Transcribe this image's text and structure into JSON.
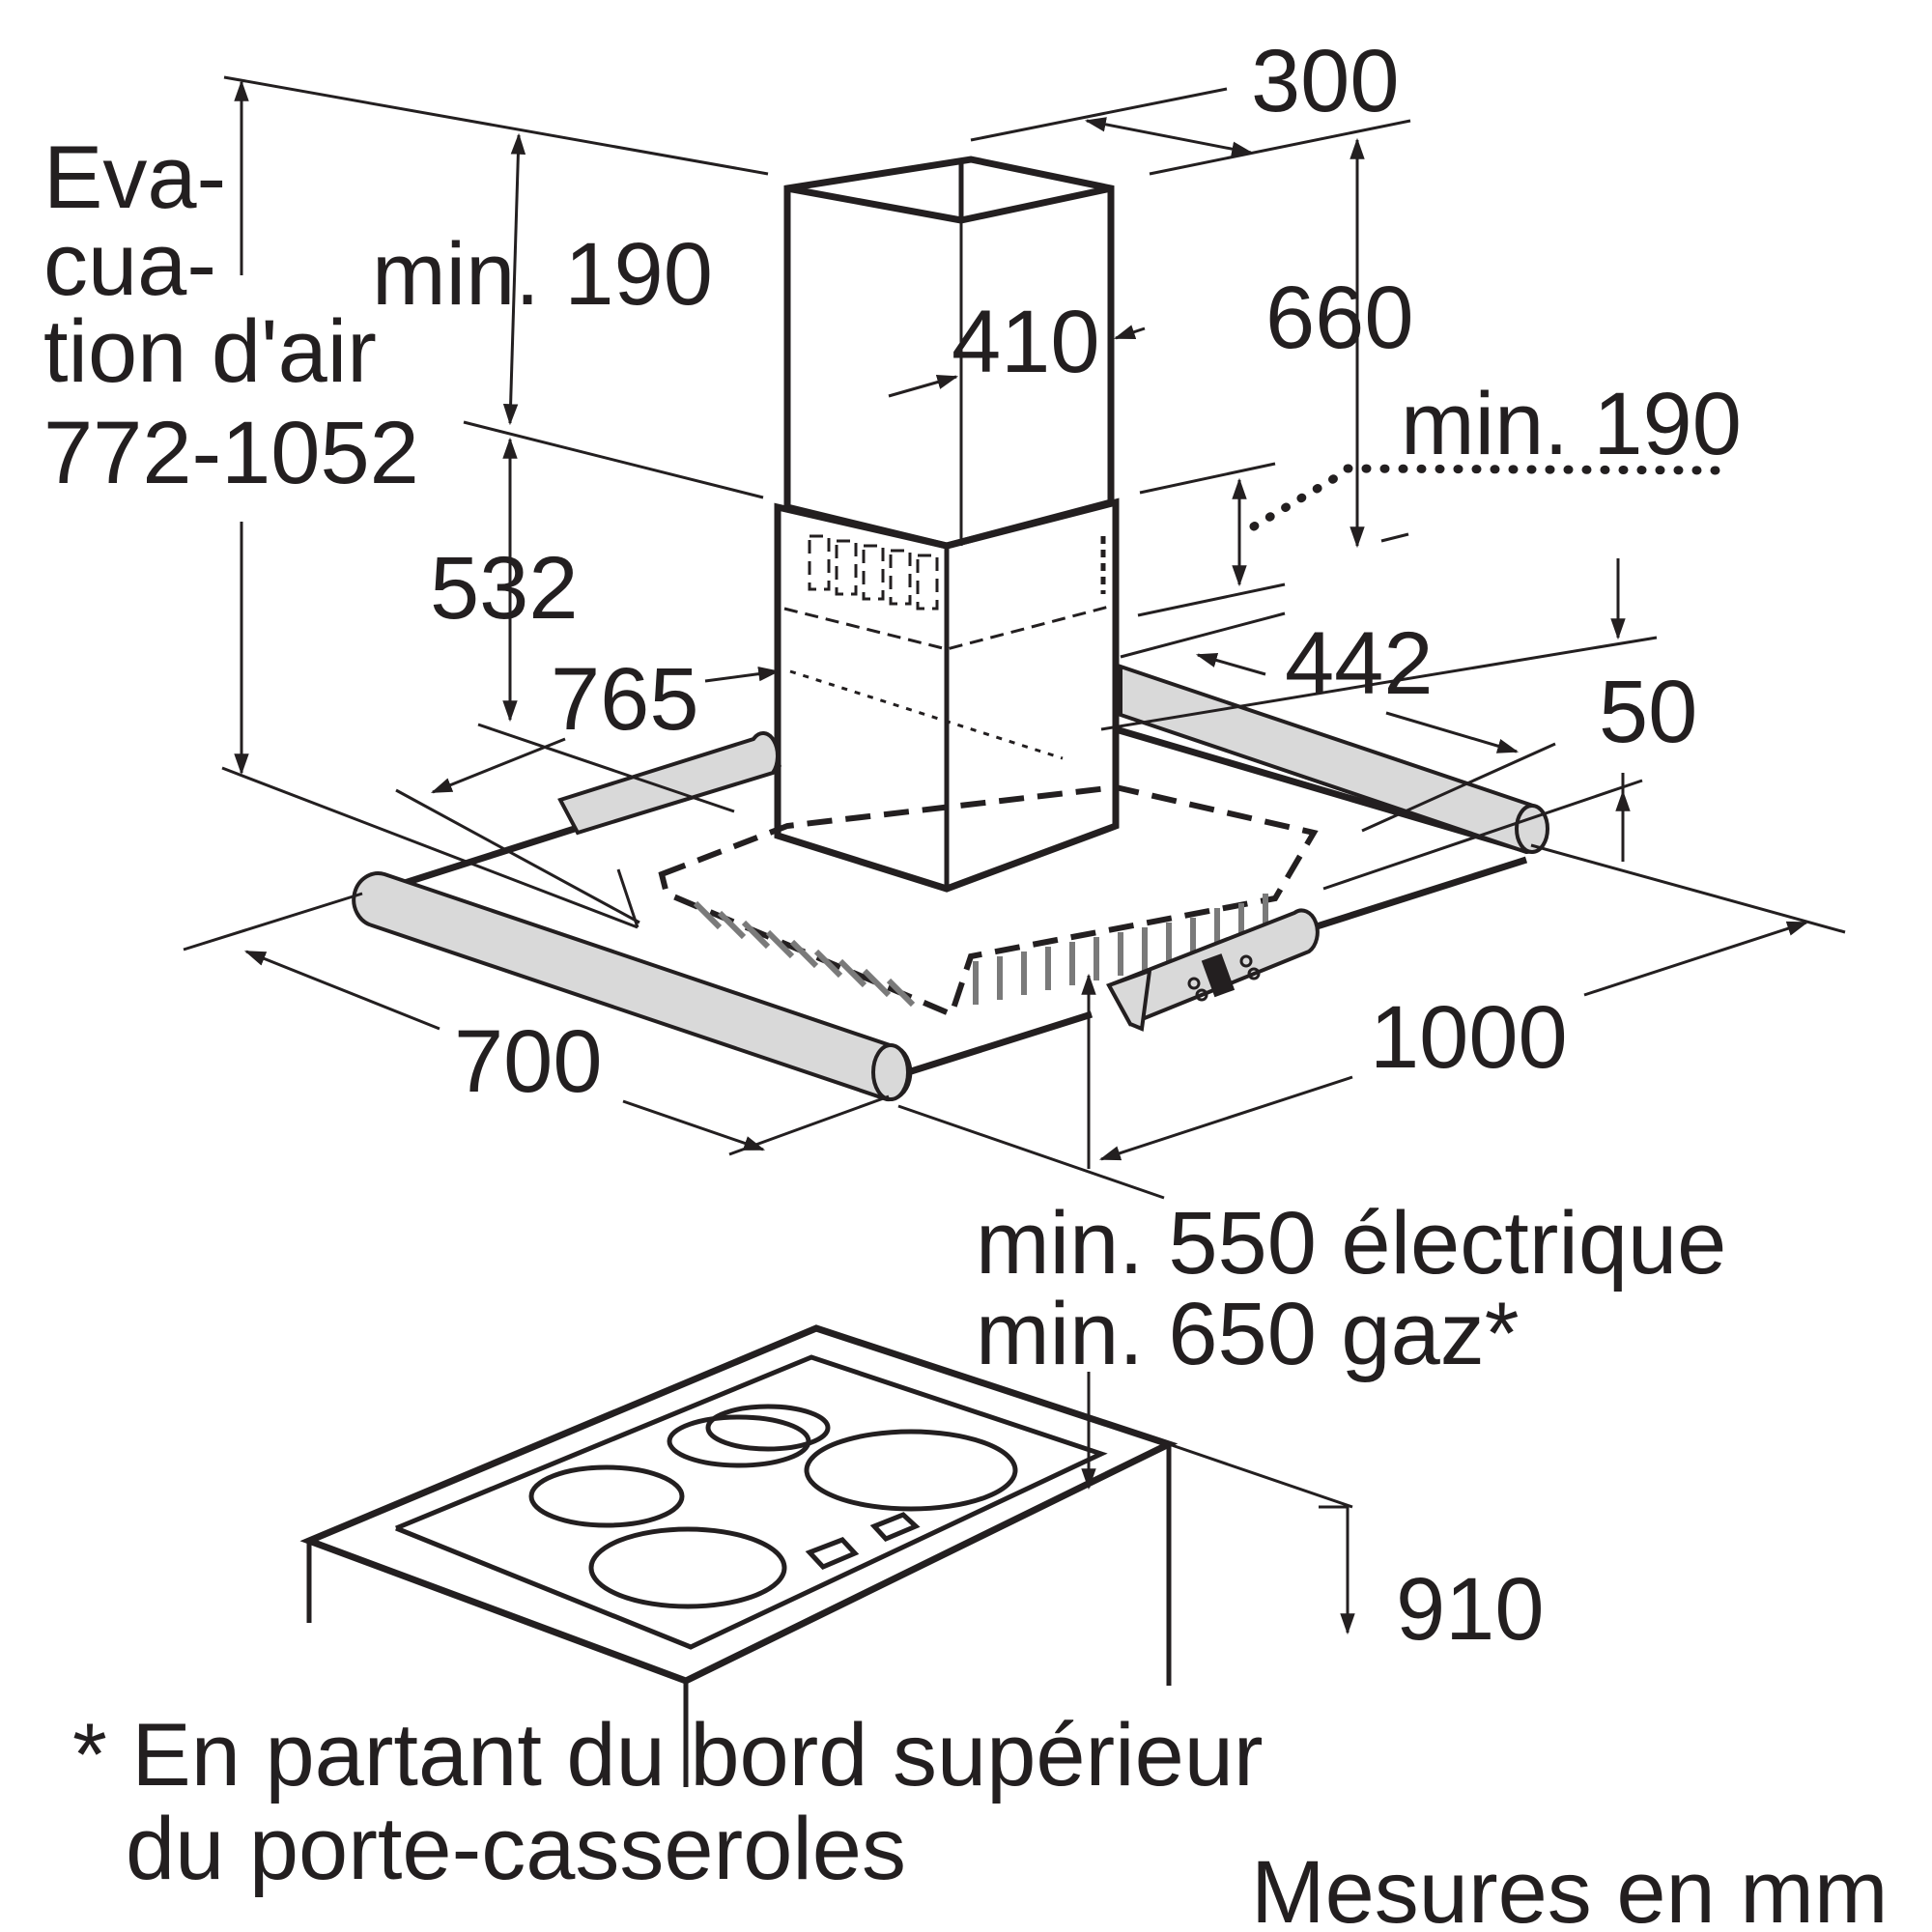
{
  "labels": {
    "air_outlet_line1": "Eva-",
    "air_outlet_line2": "cua-",
    "air_outlet_line3": "tion d'air",
    "air_outlet_range": "772-1052",
    "upper_min": "min. 190",
    "right_min": "min. 190",
    "chimney_width": "300",
    "chimney_depth": "410",
    "chimney_upper_height": "660",
    "chimney_lower_height": "532",
    "depth_765": "765",
    "depth_442": "442",
    "canopy_height": "50",
    "width_700": "700",
    "width_1000": "1000",
    "clearance_electric": "min. 550 électrique",
    "clearance_gas": "min. 650 gaz*",
    "worktop_height": "910",
    "footnote_line1": "* En partant du bord supérieur",
    "footnote_line2": "du porte-casseroles",
    "units": "Mesures en mm"
  },
  "colors": {
    "line": "#231f20",
    "rail_fill": "#d9d9d9",
    "vent_gray": "#7a7a7a",
    "background": "#ffffff"
  }
}
